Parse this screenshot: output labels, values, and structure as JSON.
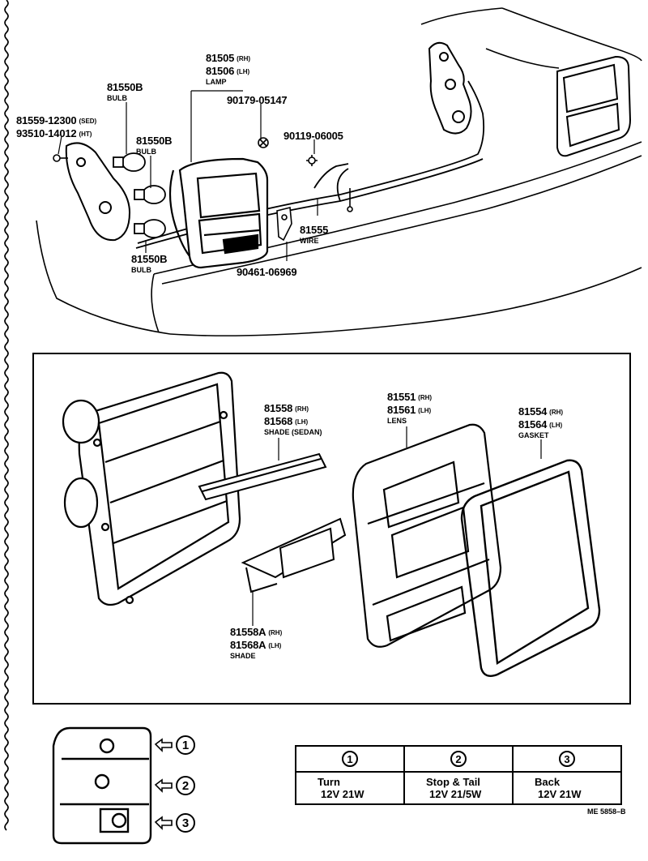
{
  "labels": {
    "lamp": {
      "pn1": "81505",
      "sfx1": "(RH)",
      "pn2": "81506",
      "sfx2": "(LH)",
      "name": "LAMP"
    },
    "bulb_top": {
      "pn": "81550B",
      "name": "BULB"
    },
    "screw_main": {
      "pn1": "81559-12300",
      "sfx1": "(SED)",
      "pn2": "93510-14012",
      "sfx2": "(HT)"
    },
    "bulb_mid": {
      "pn": "81550B",
      "name": "BULB"
    },
    "bulb_low": {
      "pn": "81550B",
      "name": "BULB"
    },
    "nut_05147": {
      "pn": "90179-05147"
    },
    "screw_06005": {
      "pn": "90119-06005"
    },
    "wire": {
      "pn": "81555",
      "name": "WIRE"
    },
    "clip_06969": {
      "pn": "90461-06969"
    },
    "shade_sedan": {
      "pn1": "81558",
      "sfx1": "(RH)",
      "pn2": "81568",
      "sfx2": "(LH)",
      "name": "SHADE (SEDAN)"
    },
    "lens": {
      "pn1": "81551",
      "sfx1": "(RH)",
      "pn2": "81561",
      "sfx2": "(LH)",
      "name": "LENS"
    },
    "gasket": {
      "pn1": "81554",
      "sfx1": "(RH)",
      "pn2": "81564",
      "sfx2": "(LH)",
      "name": "GASKET"
    },
    "shade": {
      "pn1": "81558A",
      "sfx1": "(RH)",
      "pn2": "81568A",
      "sfx2": "(LH)",
      "name": "SHADE"
    }
  },
  "lamp_positions": [
    "1",
    "2",
    "3"
  ],
  "legend": [
    {
      "num": "1",
      "function": "Turn",
      "spec": "12V 21W"
    },
    {
      "num": "2",
      "function": "Stop & Tail",
      "spec": "12V 21/5W"
    },
    {
      "num": "3",
      "function": "Back",
      "spec": "12V 21W"
    }
  ],
  "drawing_code": "ME 5858–B"
}
